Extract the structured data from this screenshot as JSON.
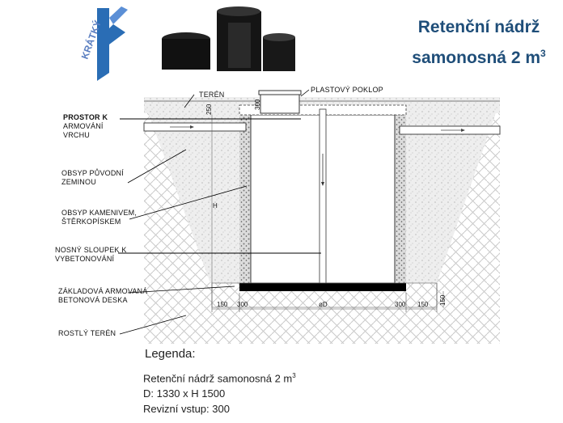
{
  "logo": {
    "text": "KRÁTKÝ"
  },
  "title": {
    "line1": "Retenční nádrž",
    "line2": "samonosná 2 m",
    "line2_sup": "3"
  },
  "labels": {
    "teren": "TERÉN",
    "plastovy_poklop": "PLASTOVÝ POKLOP",
    "prostor_1": "PROSTOR K",
    "prostor_2": "ARMOVÁNÍ",
    "prostor_3": "VRCHU",
    "obsyp_puvodni_1": "OBSYP PŮVODNÍ",
    "obsyp_puvodni_2": "ZEMINOU",
    "obsyp_kamen_1": "OBSYP KAMENIVEM,",
    "obsyp_kamen_2": "ŠTĚRKOPÍSKEM",
    "sloupek_1": "NOSNÝ SLOUPEK K",
    "sloupek_2": "VYBETONOVÁNÍ",
    "deska_1": "ZÁKLADOVÁ ARMOVANÁ",
    "deska_2": "BETONOVÁ DESKA",
    "rostly": "ROSTLÝ TERÉN"
  },
  "dims": {
    "d150_left": "150",
    "d300_left": "300",
    "dD": "øD",
    "d300_right": "300",
    "d150_right": "150",
    "d150_vert": "150",
    "d250": "250",
    "d300_top": "300",
    "dH": "H"
  },
  "legend": {
    "title": "Legenda:",
    "line1": "Retenční nádrž samonosná 2 m",
    "line1_sup": "3",
    "line2": "D: 1330 x H 1500",
    "line3": "Revizní vstup: 300"
  },
  "colors": {
    "title": "#1f4e79",
    "logo_blue": "#2a6db5",
    "logo_text": "#5b7fc1",
    "slab": "#000000"
  }
}
